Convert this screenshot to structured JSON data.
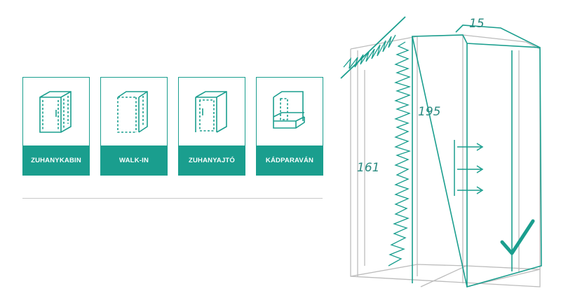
{
  "cards": [
    {
      "label": "ZUHANYKABIN",
      "icon": "corner-shower-cabin-icon"
    },
    {
      "label": "WALK-IN",
      "icon": "walk-in-shower-icon"
    },
    {
      "label": "ZUHANYAJTÓ",
      "icon": "shower-door-icon"
    },
    {
      "label": "KÁDPARAVÁN",
      "icon": "bath-screen-icon"
    }
  ],
  "sketch": {
    "dim_top": "15",
    "dim_height_outer": "195",
    "dim_height_inner": "161",
    "accent_color": "#1a9e8e",
    "line_color": "#bcbcbc"
  }
}
